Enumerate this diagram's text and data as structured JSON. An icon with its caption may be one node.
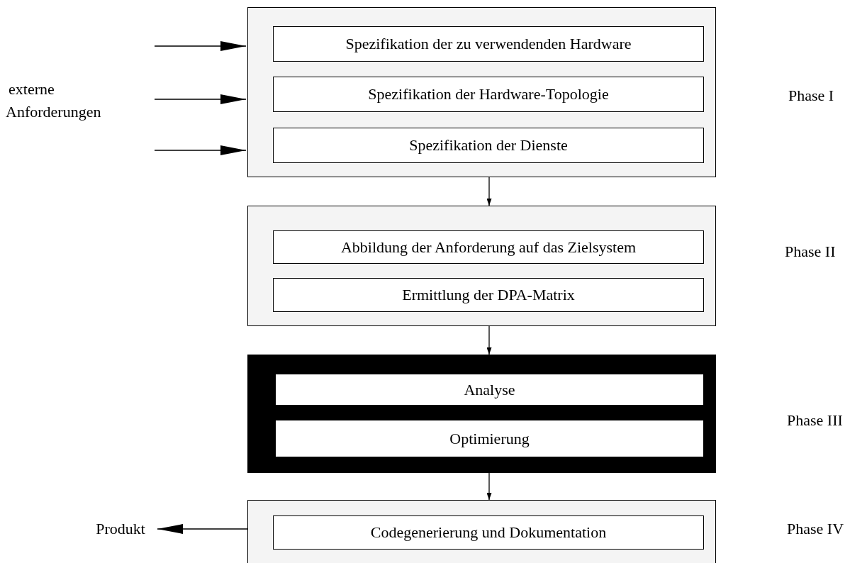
{
  "diagram": {
    "nodes": [
      {
        "text": [],
        "shape": "box"
      },
      {
        "text": [
          "Spezifikation der zu verwendenden Hardware"
        ],
        "in": 0
      },
      {
        "text": [
          "Spezifikation der Hardware-Topologie"
        ],
        "in": 0
      },
      {
        "text": [
          "Spezifikation der Dienste"
        ],
        "in": 0
      },
      {
        "text": [],
        "shape": "box"
      },
      {
        "text": [
          "Abbildung der Anforderung auf das Zielsystem"
        ],
        "in": 4
      },
      {
        "text": [
          "Ermittlung der DPA-Matrix"
        ],
        "in": 4
      },
      {
        "text": [],
        "shape": "box"
      },
      {
        "text": [
          "Analyse"
        ],
        "in": 7
      },
      {
        "text": [
          "Optimierung"
        ],
        "in": 7
      },
      {
        "text": [],
        "shape": "box"
      },
      {
        "text": [
          "Codegenerierung und Dokumentation"
        ],
        "in": 10
      },
      {
        "text": [
          "Produkt"
        ]
      }
    ],
    "edges": [
      {
        "from": null,
        "to": 0,
        "arrow": "to"
      },
      {
        "from": null,
        "to": 0,
        "arrow": "to"
      },
      {
        "from": null,
        "to": 0,
        "arrow": "to"
      },
      {
        "from": 0,
        "to": 4,
        "arrow": "to"
      },
      {
        "from": 4,
        "to": 7,
        "arrow": "to"
      },
      {
        "from": 7,
        "to": 10,
        "arrow": "to"
      },
      {
        "from": 10,
        "to": 12,
        "arrow": "to"
      }
    ],
    "labels": [
      "externe Anforderungen",
      "Phase I",
      "Phase II",
      "Phase III",
      "Phase IV"
    ]
  }
}
